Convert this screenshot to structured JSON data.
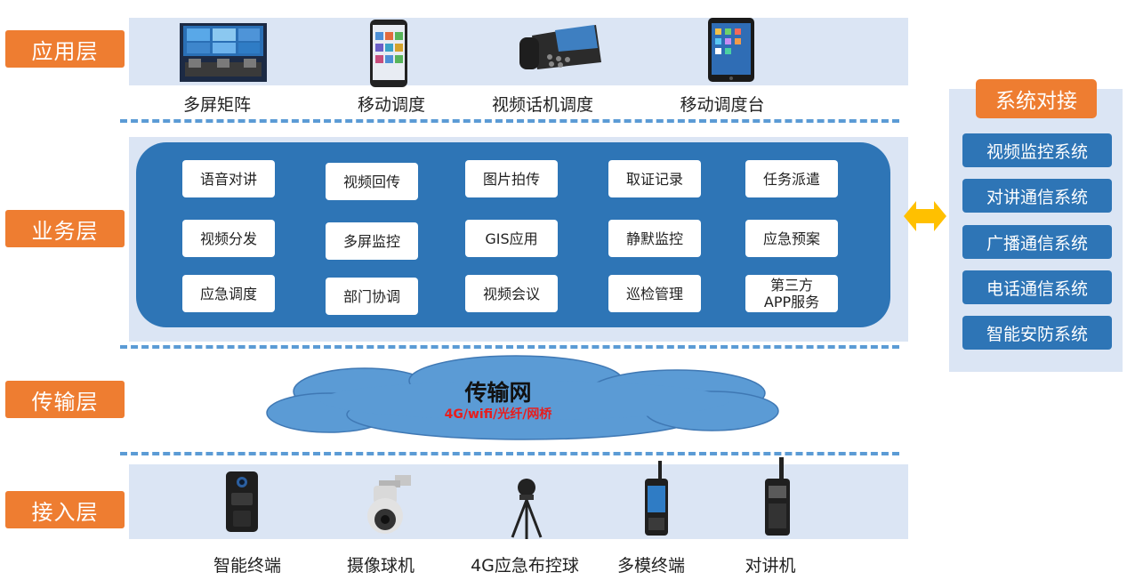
{
  "layers": {
    "app": "应用层",
    "business": "业务层",
    "transport": "传输层",
    "access": "接入层"
  },
  "apps": [
    "多屏矩阵",
    "移动调度",
    "视频话机调度",
    "移动调度台"
  ],
  "business_items": [
    [
      "语音对讲",
      "视频回传",
      "图片拍传",
      "取证记录",
      "任务派遣"
    ],
    [
      "视频分发",
      "多屏监控",
      "GIS应用",
      "静默监控",
      "应急预案"
    ],
    [
      "应急调度",
      "部门协调",
      "视频会议",
      "巡检管理",
      "第三方\nAPP服务"
    ]
  ],
  "network": {
    "title": "传输网",
    "subtitle": "4G/wifi/光纤/网桥"
  },
  "devices": [
    "智能终端",
    "摄像球机",
    "4G应急布控球",
    "多模终端",
    "对讲机"
  ],
  "system_integration": {
    "title": "系统对接",
    "items": [
      "视频监控系统",
      "对讲通信系统",
      "广播通信系统",
      "电话通信系统",
      "智能安防系统"
    ]
  },
  "colors": {
    "layer_label": "#ee7d31",
    "panel_blue": "#2e75b6",
    "band": "#dbe5f4",
    "dash": "#5b9bd5",
    "arrow": "#ffc000",
    "network_sub": "#e81d1d"
  }
}
